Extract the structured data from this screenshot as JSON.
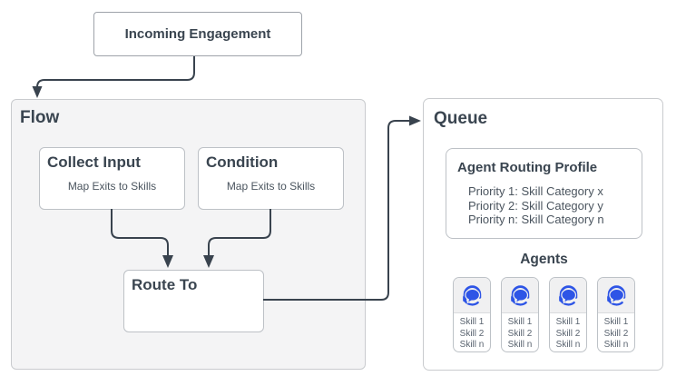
{
  "colors": {
    "line": "#39434E",
    "heading_text": "#3A4550",
    "muted_text": "#4B555F",
    "agent_blue": "#2E55E6",
    "flow_bg": "#F4F4F5"
  },
  "incoming": {
    "label": "Incoming Engagement"
  },
  "flow": {
    "label": "Flow",
    "collect_input": {
      "title": "Collect Input",
      "subtitle": "Map Exits to Skills"
    },
    "condition": {
      "title": "Condition",
      "subtitle": "Map Exits to Skills"
    },
    "route_to": {
      "title": "Route To"
    }
  },
  "queue": {
    "label": "Queue",
    "routing_profile": {
      "title": "Agent Routing Profile",
      "priorities": [
        "Priority 1: Skill Category x",
        "Priority 2: Skill Category y",
        "Priority n: Skill Category n"
      ]
    },
    "agents": {
      "heading": "Agents",
      "cards": [
        {
          "skills": [
            "Skill 1",
            "Skill 2",
            "Skill n"
          ]
        },
        {
          "skills": [
            "Skill 1",
            "Skill 2",
            "Skill n"
          ]
        },
        {
          "skills": [
            "Skill 1",
            "Skill 2",
            "Skill n"
          ]
        },
        {
          "skills": [
            "Skill 1",
            "Skill 2",
            "Skill n"
          ]
        }
      ]
    }
  }
}
